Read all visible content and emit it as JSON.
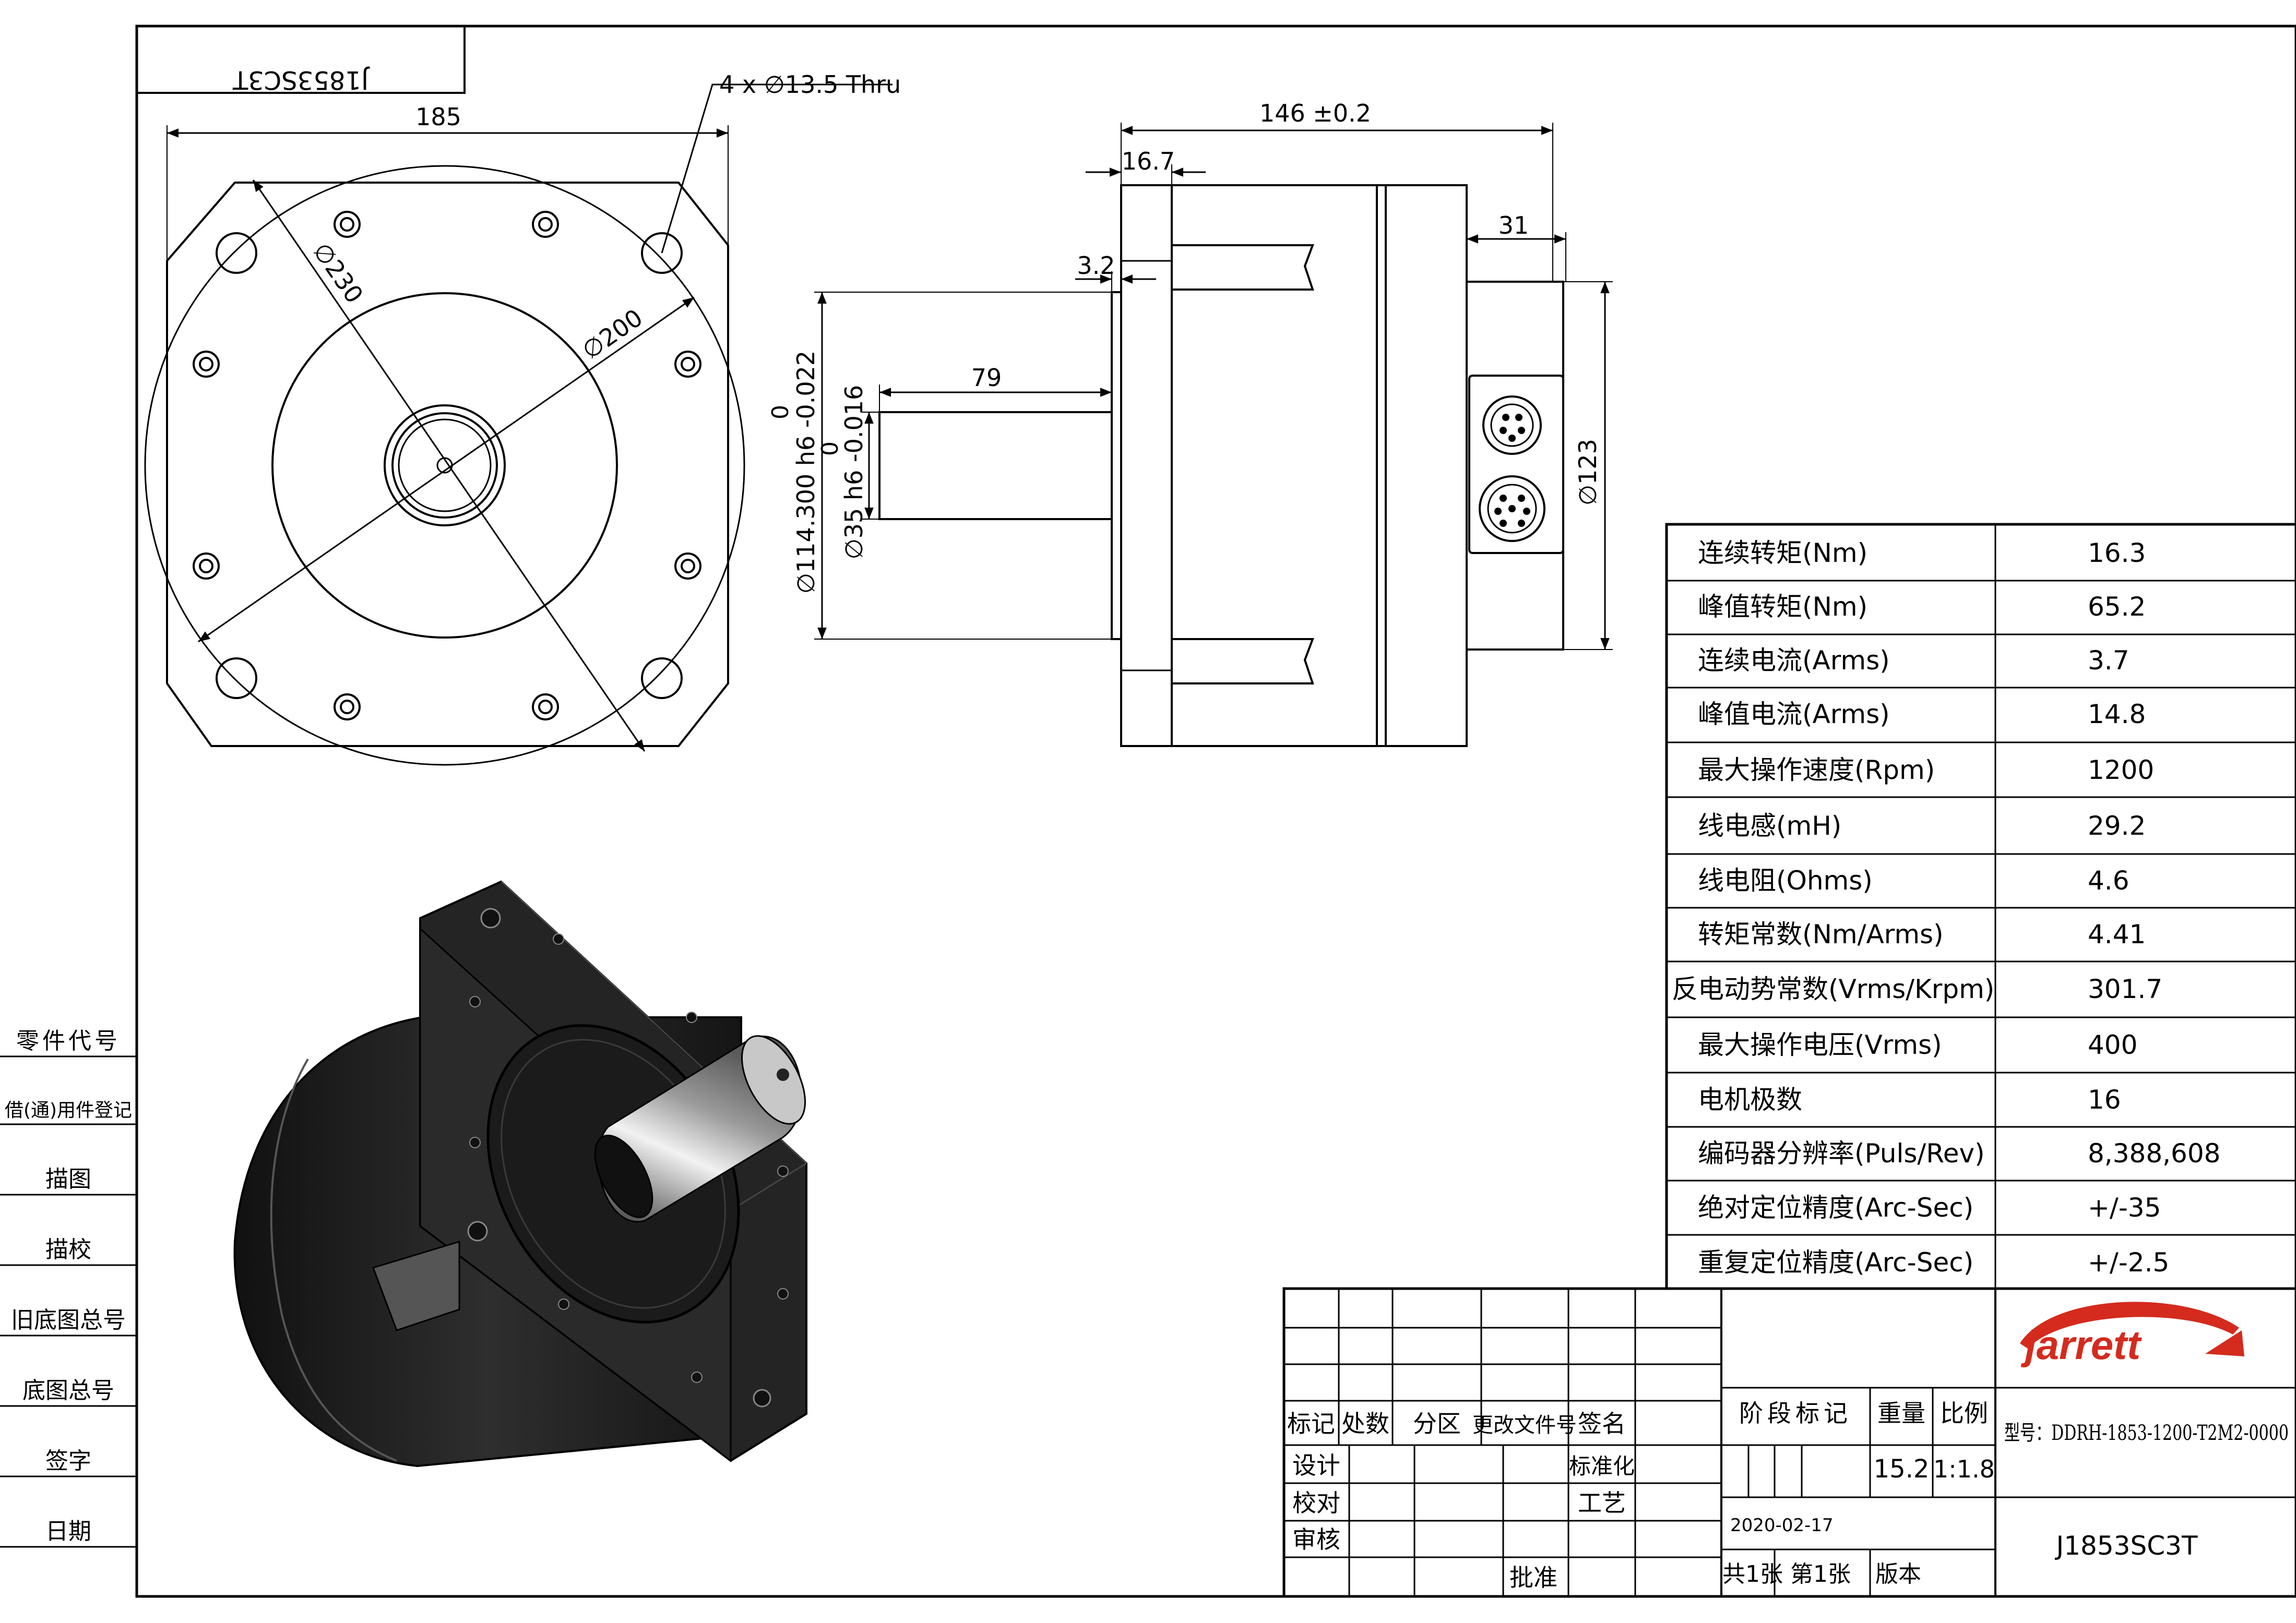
{
  "drawing_number": "J1853SC3T",
  "dimensions": {
    "overall_width": "185",
    "mount_holes": "4 x ∅13.5 Thru",
    "dia_230": "∅230",
    "dia_200": "∅200",
    "overall_length": "146 ±0.2",
    "flange_thickness": "16.7",
    "pilot_step": "3.2",
    "connector_depth": "31",
    "shaft_length": "79",
    "pilot_tol_upper": "0",
    "pilot_dia": "∅114.300 h6 -0.022",
    "shaft_tol_upper": "0",
    "shaft_dia": "∅35 h6 -0.016",
    "dia_123": "∅123"
  },
  "spec_table": [
    {
      "label": "连续转矩(Nm)",
      "value": "16.3"
    },
    {
      "label": "峰值转矩(Nm)",
      "value": "65.2"
    },
    {
      "label": "连续电流(Arms)",
      "value": "3.7"
    },
    {
      "label": "峰值电流(Arms)",
      "value": "14.8"
    },
    {
      "label": "最大操作速度(Rpm)",
      "value": "1200"
    },
    {
      "label": "线电感(mH)",
      "value": "29.2"
    },
    {
      "label": "线电阻(Ohms)",
      "value": "4.6"
    },
    {
      "label": "转矩常数(Nm/Arms)",
      "value": "4.41"
    },
    {
      "label": "反电动势常数(Vrms/Krpm)",
      "value": "301.7"
    },
    {
      "label": "最大操作电压(Vrms)",
      "value": "400"
    },
    {
      "label": "电机极数",
      "value": "16"
    },
    {
      "label": "编码器分辨率(Puls/Rev)",
      "value": "8,388,608"
    },
    {
      "label": "绝对定位精度(Arc-Sec)",
      "value": "+/-35"
    },
    {
      "label": "重复定位精度(Arc-Sec)",
      "value": "+/-2.5"
    }
  ],
  "side_column": [
    "零件代号",
    "借(通)用件登记",
    "描图",
    "描校",
    "旧底图总号",
    "底图总号",
    "签字",
    "日期"
  ],
  "title_block": {
    "rev_headers": [
      "标记",
      "处数",
      "分区",
      "更改文件号",
      "签名"
    ],
    "design": "设计",
    "standardize": "标准化",
    "check": "校对",
    "process": "工艺",
    "review": "审核",
    "approve": "批准",
    "stage_mark": "阶段标记",
    "weight": "重量",
    "scale": "比例",
    "weight_value": "15.2",
    "scale_value": "1:1.8",
    "date": "2020-02-17",
    "sheets": "共1张 第1张",
    "version": "版本",
    "brand": "jarrett",
    "model": "型号：DDRH-1853-1200-T2M2-0000",
    "drawing_no": "J1853SC3T"
  },
  "colors": {
    "line": "#000000",
    "brand": "#d42b1e",
    "motor": "#1e1e1e"
  }
}
